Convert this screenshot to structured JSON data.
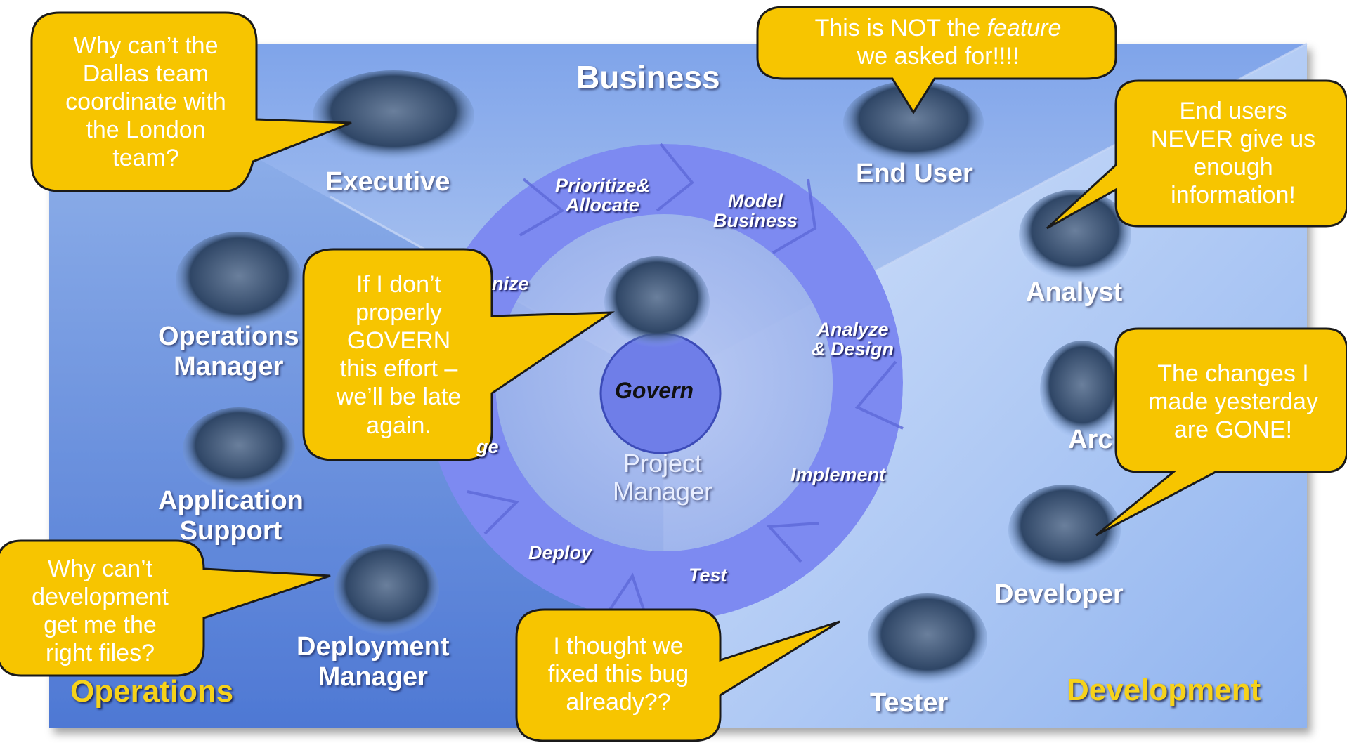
{
  "regions": {
    "business": "Business",
    "operations": "Operations",
    "development": "Development"
  },
  "center": {
    "govern": "Govern",
    "role_line1": "Project",
    "role_line2": "Manager"
  },
  "cycle_steps": {
    "prioritize_line1": "Prioritize&",
    "prioritize_line2": "Allocate",
    "model_line1": "Model",
    "model_line2": "Business",
    "analyze_line1": "Analyze",
    "analyze_line2": "& Design",
    "implement": "Implement",
    "test": "Test",
    "deploy": "Deploy",
    "partial_top": "nize",
    "partial_bottom": "ge"
  },
  "roles": {
    "executive": "Executive",
    "end_user": "End User",
    "analyst": "Analyst",
    "architect_partial": "Arc",
    "developer": "Developer",
    "tester": "Tester",
    "operations_manager_line1": "Operations",
    "operations_manager_line2": "Manager",
    "application_support_line1": "Application",
    "application_support_line2": "Support",
    "deployment_manager_line1": "Deployment",
    "deployment_manager_line2": "Manager"
  },
  "bubbles": {
    "executive": [
      "Why can’t the",
      "Dallas team",
      "coordinate with",
      "the London",
      "team?"
    ],
    "end_user_pre": "This is NOT the ",
    "end_user_em": "feature",
    "end_user_line2": "we asked for!!!!",
    "analyst": [
      "End users",
      "NEVER give us",
      "enough",
      "information!"
    ],
    "project_manager": [
      "If I don’t",
      "properly",
      "GOVERN",
      "this effort –",
      "we’ll be late",
      "again."
    ],
    "developer": [
      "The changes I",
      "made yesterday",
      "are GONE!"
    ],
    "deployment": [
      "Why can’t",
      "development",
      "get me the",
      "right files?"
    ],
    "tester": [
      "I thought we",
      "fixed this bug",
      "already??"
    ]
  },
  "colors": {
    "bubble_fill": "#f7c500",
    "bubble_stroke": "#1a1a1a",
    "arrow_fill": "#7f8cf2",
    "region_label": "#f6d21a",
    "govern_fill": "#6f7ee8"
  },
  "icons": {
    "photos": "person-photo-icon"
  }
}
